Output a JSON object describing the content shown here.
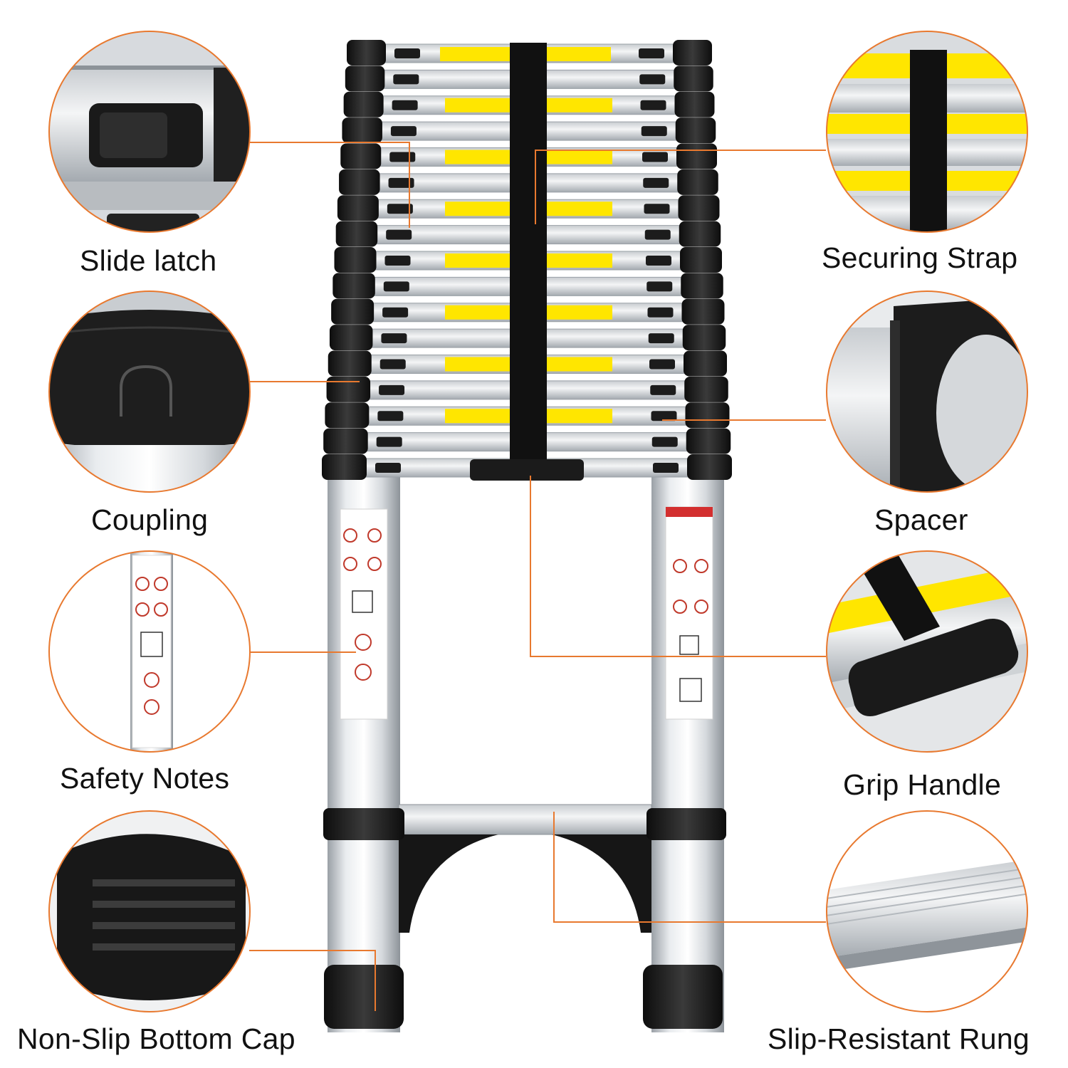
{
  "colors": {
    "accent": "#E8792F",
    "warning_yellow": "#FFE600",
    "rubber": "#1a1a1a"
  },
  "labels": {
    "slide_latch": "Slide latch",
    "coupling": "Coupling",
    "safety_notes": "Safety Notes",
    "non_slip_bottom_cap": "Non-Slip Bottom Cap",
    "securing_strap": "Securing Strap",
    "spacer": "Spacer",
    "grip_handle": "Grip Handle",
    "slip_resistant_rung": "Slip-Resistant Rung"
  }
}
